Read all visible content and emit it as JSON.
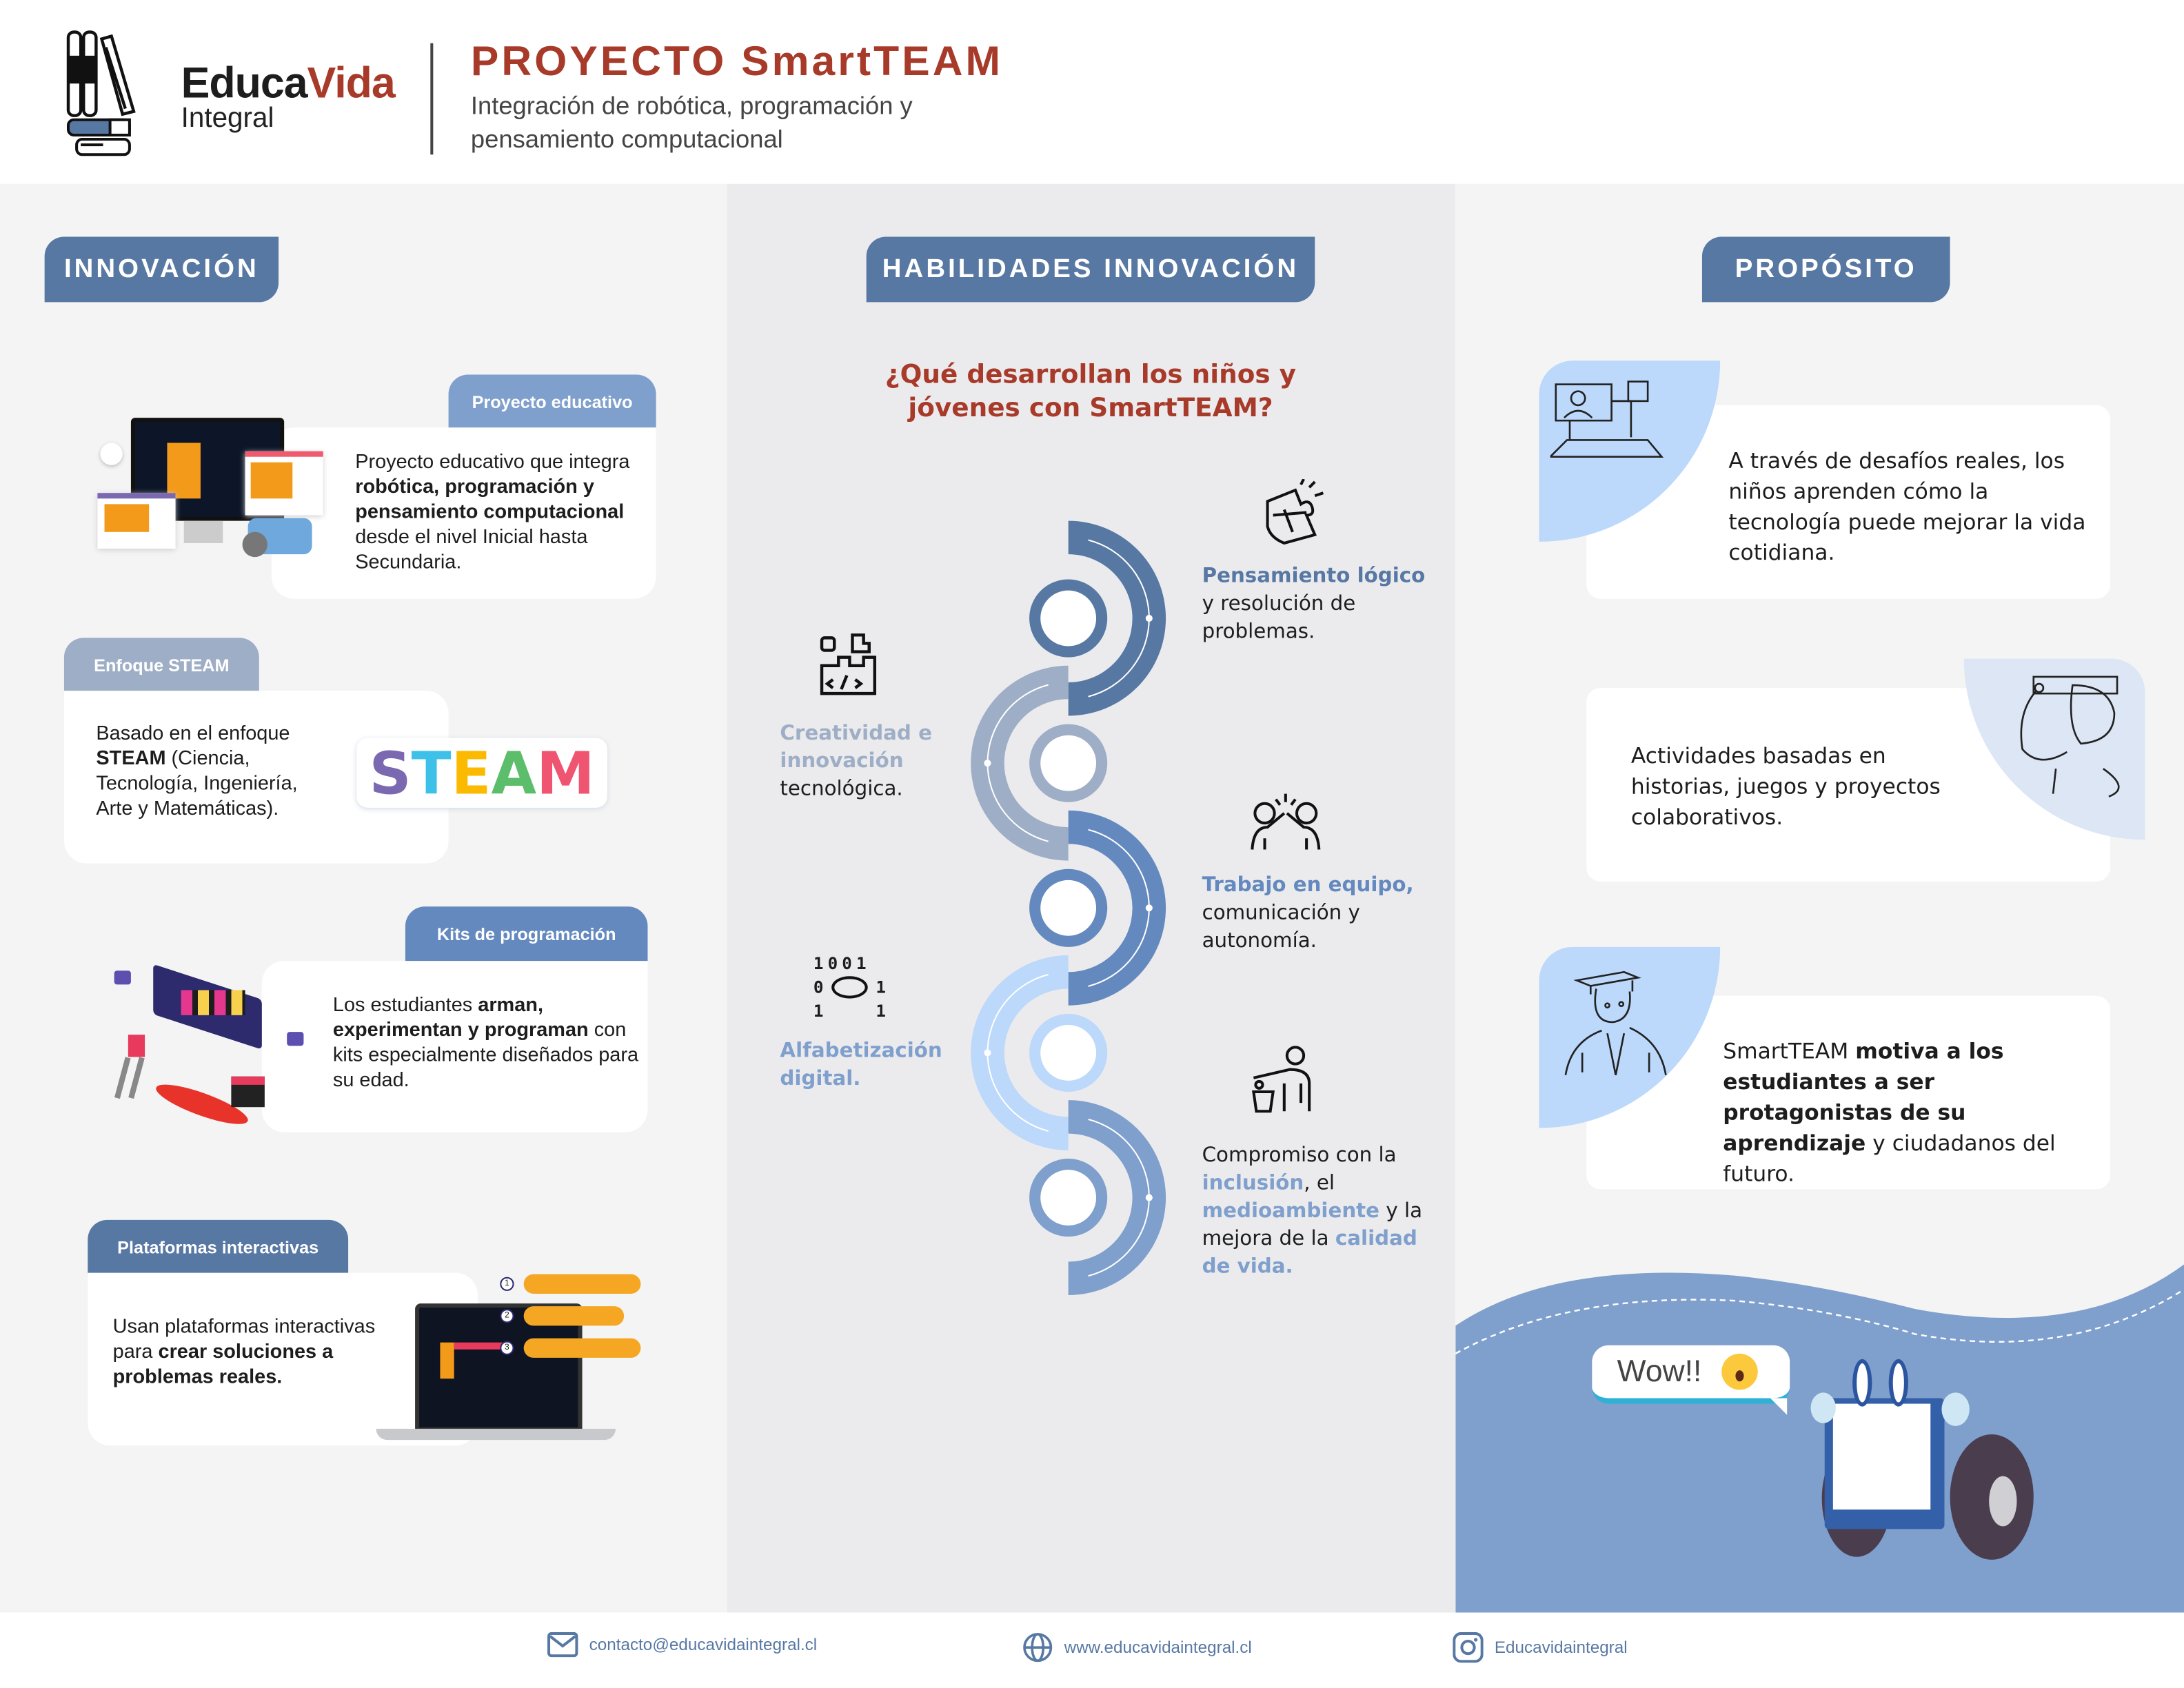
{
  "header": {
    "brand_part1": "Educa",
    "brand_part2": "Vida",
    "brand_sub": "Integral",
    "title": "PROYECTO SmartTEAM",
    "subtitle_line1": "Integración de robótica, programación y",
    "subtitle_line2": "pensamiento computacional"
  },
  "colors": {
    "primary": "#5878a4",
    "accent_red": "#a83a2a",
    "light_blue": "#bcd8fb",
    "wave": "#7f9fcc"
  },
  "innovacion": {
    "heading": "INNOVACIÓN",
    "cards": [
      {
        "tag": "Proyecto educativo",
        "text": [
          "Proyecto educativo que integra ",
          "robótica, programación y pensamiento computacional",
          " desde el nivel Inicial hasta Secundaria."
        ]
      },
      {
        "tag": "Enfoque STEAM",
        "text": [
          "Basado en el enfoque ",
          "STEAM",
          " (Ciencia, Tecnología, Ingeniería, Arte y Matemáticas)."
        ],
        "logo_letters": [
          "S",
          "T",
          "E",
          "A",
          "M"
        ]
      },
      {
        "tag": "Kits de programación",
        "text": [
          "Los estudiantes ",
          "arman, experimentan y programan",
          " con kits especialmente diseñados para su edad."
        ]
      },
      {
        "tag": "Plataformas interactivas",
        "text": [
          "Usan plataformas interactivas para ",
          "crear soluciones a problemas reales."
        ],
        "steps": [
          "1",
          "2",
          "3"
        ]
      }
    ]
  },
  "habilidades": {
    "heading": "HABILIDADES INNOVACIÓN",
    "question": "¿Qué desarrollan los niños y jóvenes con SmartTEAM?",
    "items": [
      {
        "highlight": "Pensamiento lógico",
        "rest": "y resolución de problemas."
      },
      {
        "highlight": "Creatividad e innovación",
        "rest": "tecnológica."
      },
      {
        "highlight": "Trabajo en equipo,",
        "rest": "comunicación y autonomía."
      },
      {
        "highlight": "Alfabetización digital.",
        "rest": ""
      },
      {
        "parts": [
          "Compromiso con la ",
          "inclusión",
          ", el ",
          "medioambiente",
          " y la mejora de la ",
          "calidad de vida."
        ]
      }
    ],
    "binary_icon_text": [
      "1",
      "0",
      "0",
      "1",
      "0",
      "1",
      "1",
      "1"
    ]
  },
  "proposito": {
    "heading": "PROPÓSITO",
    "cards": [
      {
        "text": "A través de desafíos reales, los niños aprenden cómo la tecnología puede mejorar la vida cotidiana."
      },
      {
        "text": "Actividades basadas en historias, juegos y proyectos colaborativos."
      },
      {
        "parts": [
          "SmartTEAM ",
          "motiva a los estudiantes a ser protagonistas de su aprendizaje",
          " y ciudadanos del futuro."
        ]
      }
    ],
    "bubble": "Wow!!"
  },
  "footer": {
    "email": "contacto@educavidaintegral.cl",
    "web": "www.educavidaintegral.cl",
    "instagram": "Educavidaintegral"
  }
}
